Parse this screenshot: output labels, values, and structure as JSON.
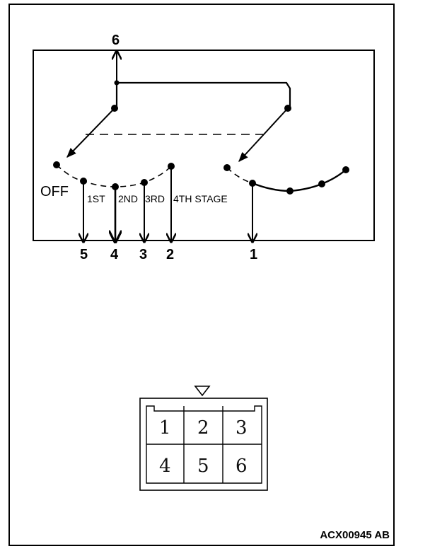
{
  "diagram": {
    "terminals": {
      "t6": "6",
      "t5": "5",
      "t4": "4",
      "t3": "3",
      "t2": "2",
      "t1": "1"
    },
    "switch_positions": {
      "off": "OFF",
      "s1": "1ST",
      "s2": "2ND",
      "s3": "3RD",
      "s4": "4TH STAGE"
    },
    "connector_pins": [
      "1",
      "2",
      "3",
      "4",
      "5",
      "6"
    ],
    "figure_code": "ACX00945 AB"
  }
}
